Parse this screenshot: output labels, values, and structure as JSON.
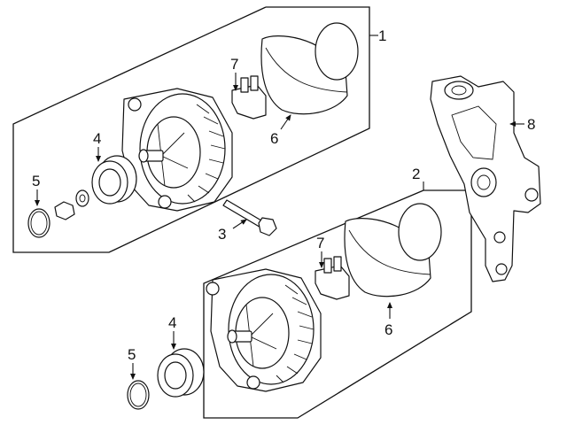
{
  "callouts": {
    "n1": "1",
    "n2": "2",
    "n3": "3",
    "n4a": "4",
    "n4b": "4",
    "n5a": "5",
    "n5b": "5",
    "n6a": "6",
    "n6b": "6",
    "n7a": "7",
    "n7b": "7",
    "n8": "8"
  }
}
